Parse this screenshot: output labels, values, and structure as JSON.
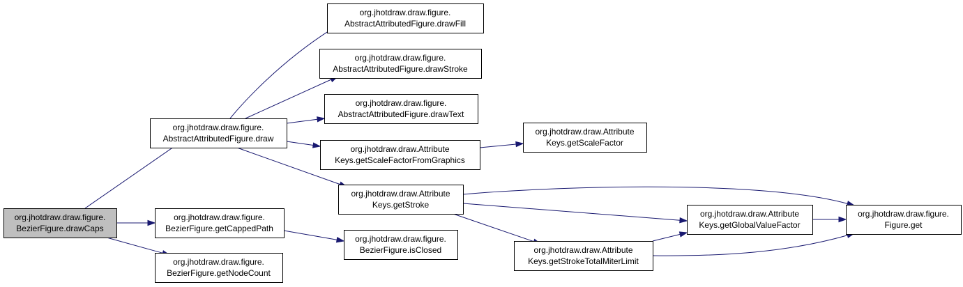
{
  "nodes": [
    {
      "id": "drawCaps",
      "line1": "org.jhotdraw.draw.figure.",
      "line2": "BezierFigure.drawCaps",
      "highlighted": true
    },
    {
      "id": "draw",
      "line1": "org.jhotdraw.draw.figure.",
      "line2": "AbstractAttributedFigure.draw"
    },
    {
      "id": "getCappedPath",
      "line1": "org.jhotdraw.draw.figure.",
      "line2": "BezierFigure.getCappedPath"
    },
    {
      "id": "getNodeCount",
      "line1": "org.jhotdraw.draw.figure.",
      "line2": "BezierFigure.getNodeCount"
    },
    {
      "id": "drawFill",
      "line1": "org.jhotdraw.draw.figure.",
      "line2": "AbstractAttributedFigure.drawFill"
    },
    {
      "id": "drawStroke",
      "line1": "org.jhotdraw.draw.figure.",
      "line2": "AbstractAttributedFigure.drawStroke"
    },
    {
      "id": "drawText",
      "line1": "org.jhotdraw.draw.figure.",
      "line2": "AbstractAttributedFigure.drawText"
    },
    {
      "id": "getScaleFactorFromGraphics",
      "line1": "org.jhotdraw.draw.Attribute",
      "line2": "Keys.getScaleFactorFromGraphics"
    },
    {
      "id": "getStroke",
      "line1": "org.jhotdraw.draw.Attribute",
      "line2": "Keys.getStroke"
    },
    {
      "id": "isClosed",
      "line1": "org.jhotdraw.draw.figure.",
      "line2": "BezierFigure.isClosed"
    },
    {
      "id": "getScaleFactor",
      "line1": "org.jhotdraw.draw.Attribute",
      "line2": "Keys.getScaleFactor"
    },
    {
      "id": "getStrokeTotalMiterLimit",
      "line1": "org.jhotdraw.draw.Attribute",
      "line2": "Keys.getStrokeTotalMiterLimit"
    },
    {
      "id": "getGlobalValueFactor",
      "line1": "org.jhotdraw.draw.Attribute",
      "line2": "Keys.getGlobalValueFactor"
    },
    {
      "id": "figureGet",
      "line1": "org.jhotdraw.draw.figure.",
      "line2": "Figure.get"
    }
  ],
  "edges": [
    {
      "from": "drawCaps",
      "to": "draw"
    },
    {
      "from": "drawCaps",
      "to": "getCappedPath"
    },
    {
      "from": "drawCaps",
      "to": "getNodeCount"
    },
    {
      "from": "draw",
      "to": "drawFill"
    },
    {
      "from": "draw",
      "to": "drawStroke"
    },
    {
      "from": "draw",
      "to": "drawText"
    },
    {
      "from": "draw",
      "to": "getScaleFactorFromGraphics"
    },
    {
      "from": "draw",
      "to": "getStroke"
    },
    {
      "from": "getCappedPath",
      "to": "isClosed"
    },
    {
      "from": "getScaleFactorFromGraphics",
      "to": "getScaleFactor"
    },
    {
      "from": "getStroke",
      "to": "figureGet"
    },
    {
      "from": "getStroke",
      "to": "getGlobalValueFactor"
    },
    {
      "from": "getStroke",
      "to": "getStrokeTotalMiterLimit"
    },
    {
      "from": "getStrokeTotalMiterLimit",
      "to": "getGlobalValueFactor"
    },
    {
      "from": "getStrokeTotalMiterLimit",
      "to": "figureGet"
    },
    {
      "from": "getGlobalValueFactor",
      "to": "figureGet"
    }
  ],
  "colors": {
    "node_fill": "#ffffff",
    "node_highlight_fill": "#bfbfbf",
    "node_border": "#000000",
    "edge": "#191970",
    "text": "#000000"
  }
}
